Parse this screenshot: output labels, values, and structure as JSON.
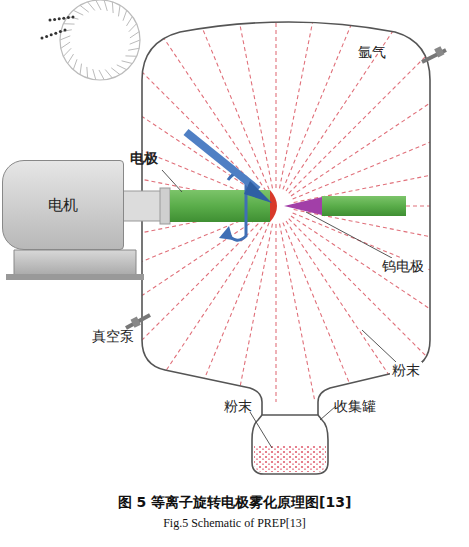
{
  "diagram": {
    "caption": "图 5 等离子旋转电极雾化原理图[13]",
    "nodes": [
      {
        "text": [
          "电机"
        ]
      }
    ],
    "labels": [
      "电极",
      "氩气",
      "钨电极",
      "真空泵",
      "粉末",
      "收集罐",
      "粉末",
      "Fig.5 Schematic of PREP[13]"
    ]
  }
}
